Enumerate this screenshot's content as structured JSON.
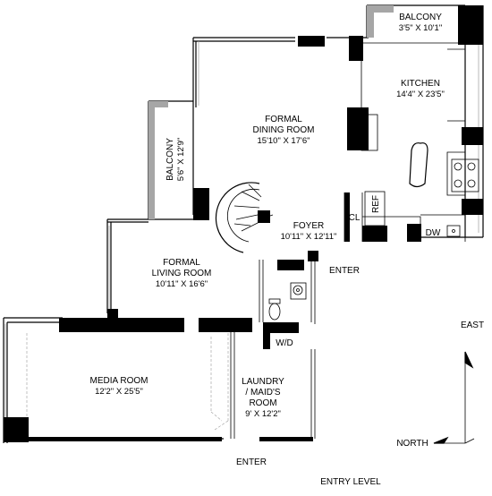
{
  "rooms": {
    "balcony_top": {
      "name": "BALCONY",
      "dims": "3'5\" X 10'1\""
    },
    "kitchen": {
      "name": "KITCHEN",
      "dims": "14'4\" X 23'5\""
    },
    "dining": {
      "name1": "FORMAL",
      "name2": "DINING ROOM",
      "dims": "15'10\" X 17'6\""
    },
    "balcony_left": {
      "name": "BALCONY",
      "dims": "5'6\" X 12'9\""
    },
    "foyer": {
      "name": "FOYER",
      "dims": "10'11\" X  12'11\""
    },
    "living": {
      "name1": "FORMAL",
      "name2": "LIVING ROOM",
      "dims": "10'11\" X 16'6\""
    },
    "media": {
      "name": "MEDIA ROOM",
      "dims": "12'2\" X 25'5\""
    },
    "laundry": {
      "name1": "LAUNDRY",
      "name2": "/ MAID'S",
      "name3": "ROOM",
      "dims": "9' X 12'2\""
    }
  },
  "fixtures": {
    "cl": "CL",
    "ref": "REF",
    "dw": "DW",
    "wd": "W/D"
  },
  "labels": {
    "enter_foyer": "ENTER",
    "enter_bottom": "ENTER",
    "level": "ENTRY LEVEL",
    "east": "EAST",
    "north": "NORTH"
  }
}
